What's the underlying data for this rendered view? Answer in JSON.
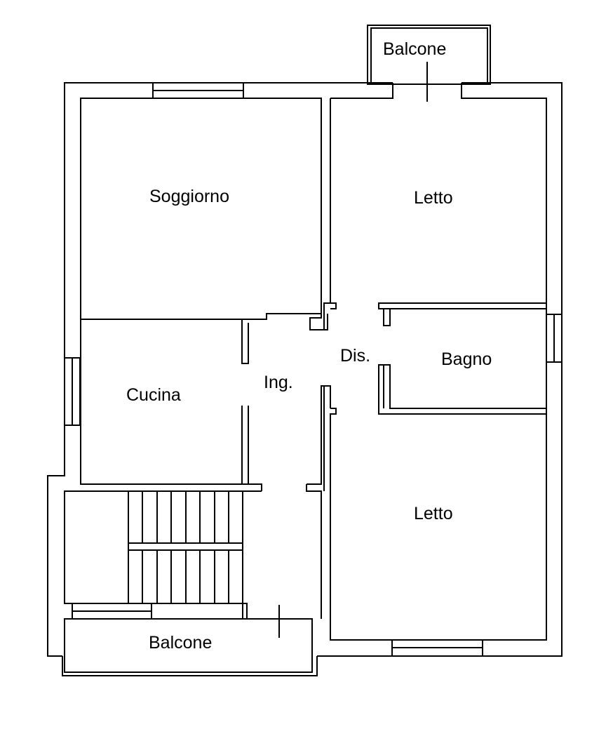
{
  "rooms": {
    "balcone_top": "Balcone",
    "soggiorno": "Soggiorno",
    "letto_top": "Letto",
    "bagno": "Bagno",
    "dis": "Dis.",
    "ing": "Ing.",
    "cucina": "Cucina",
    "letto_bottom": "Letto",
    "balcone_bottom": "Balcone"
  },
  "colors": {
    "ink": "#000000",
    "paper": "#ffffff"
  }
}
